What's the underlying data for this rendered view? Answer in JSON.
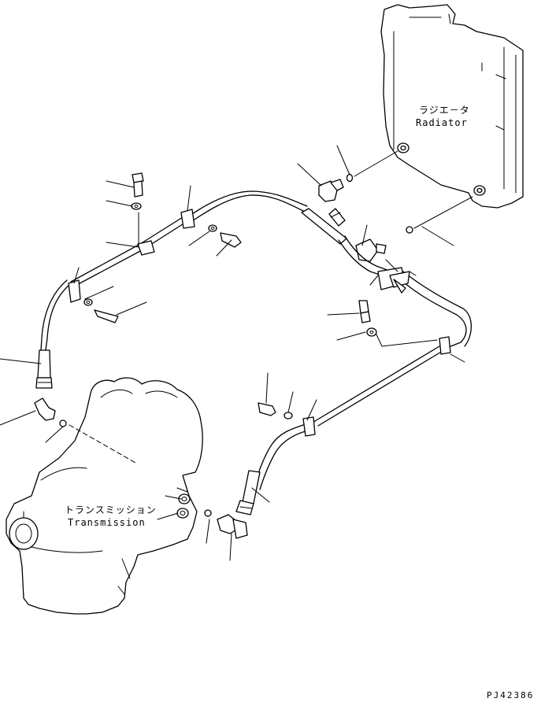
{
  "labels": {
    "radiator_jp": "ラジエ－タ",
    "radiator_en": "Radiator",
    "transmission_jp": "トランスミッション",
    "transmission_en": "Transmission"
  },
  "drawing_code": "PJ42386"
}
